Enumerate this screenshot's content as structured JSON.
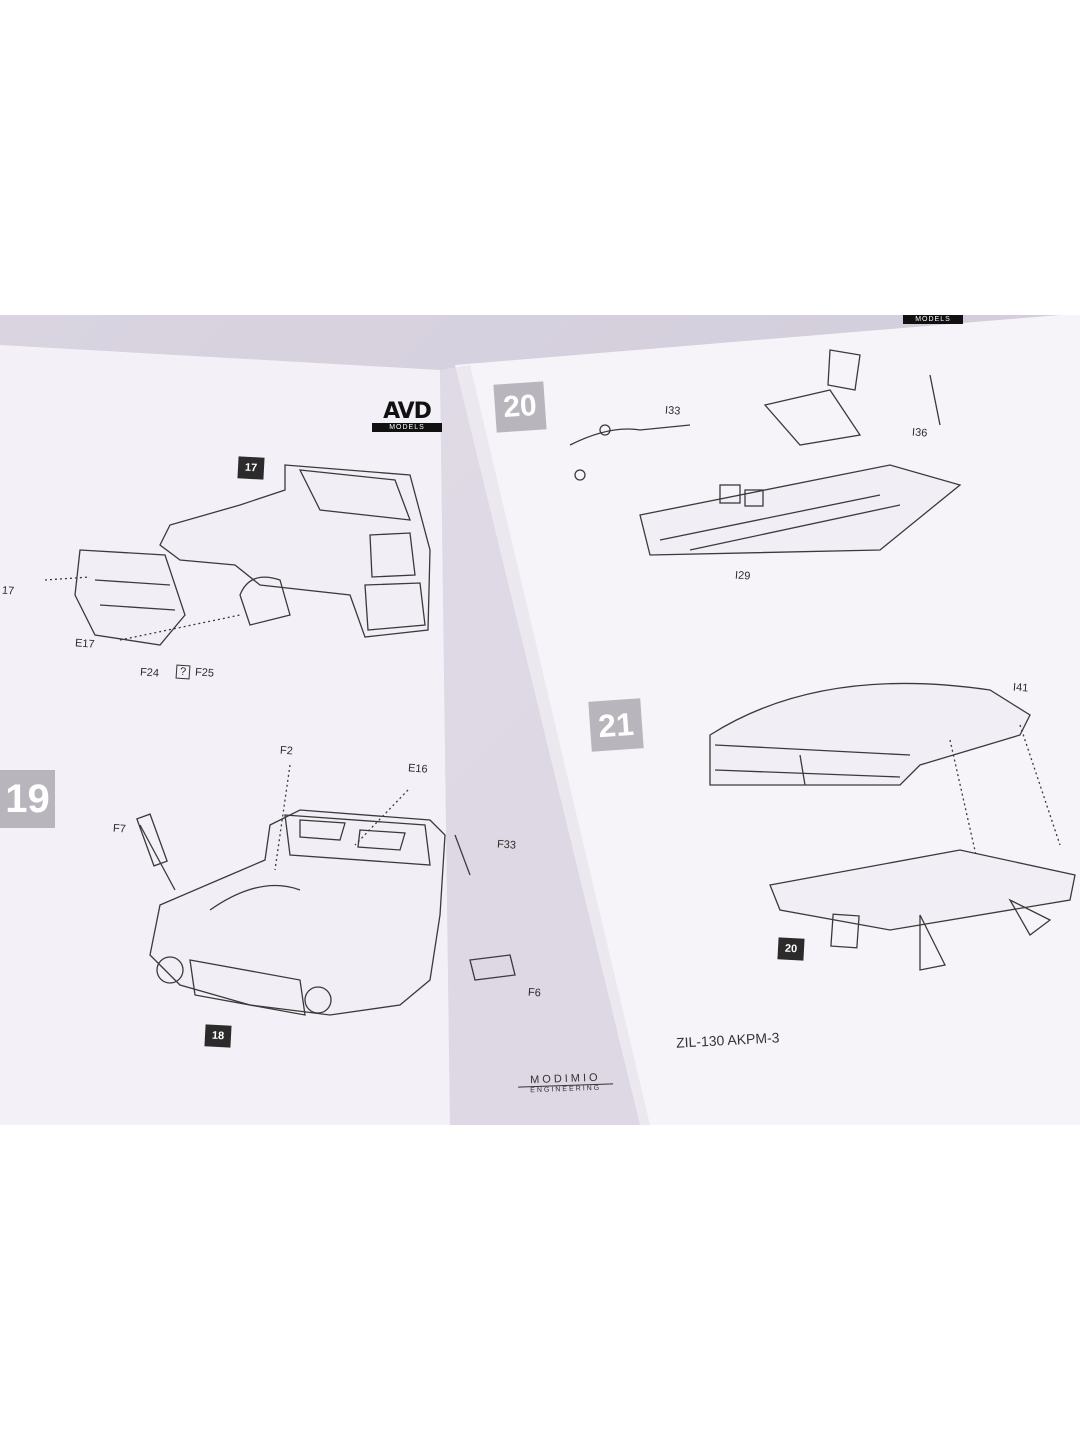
{
  "left_page": {
    "brand": {
      "name": "AVD",
      "sub": "MODELS"
    },
    "step_main": "19",
    "sub_steps": [
      "17",
      "18"
    ],
    "labels": [
      "17",
      "E17",
      "F24",
      "?",
      "F25",
      "F2",
      "E16",
      "F7",
      "F33",
      "F6"
    ],
    "engineering": {
      "name": "MODIMIO",
      "sub": "ENGINEERING"
    }
  },
  "right_page": {
    "brand": {
      "sub": "MODELS"
    },
    "steps": [
      "20",
      "21"
    ],
    "sub_steps": [
      "20"
    ],
    "labels": [
      "I33",
      "I36",
      "I29",
      "I41"
    ],
    "footer": "ZIL-130 AKPM-3"
  },
  "colors": {
    "page": "#f4f2f8",
    "background": "#cfc9d8",
    "line": "#333333",
    "step_box": "#b9b5bd"
  }
}
